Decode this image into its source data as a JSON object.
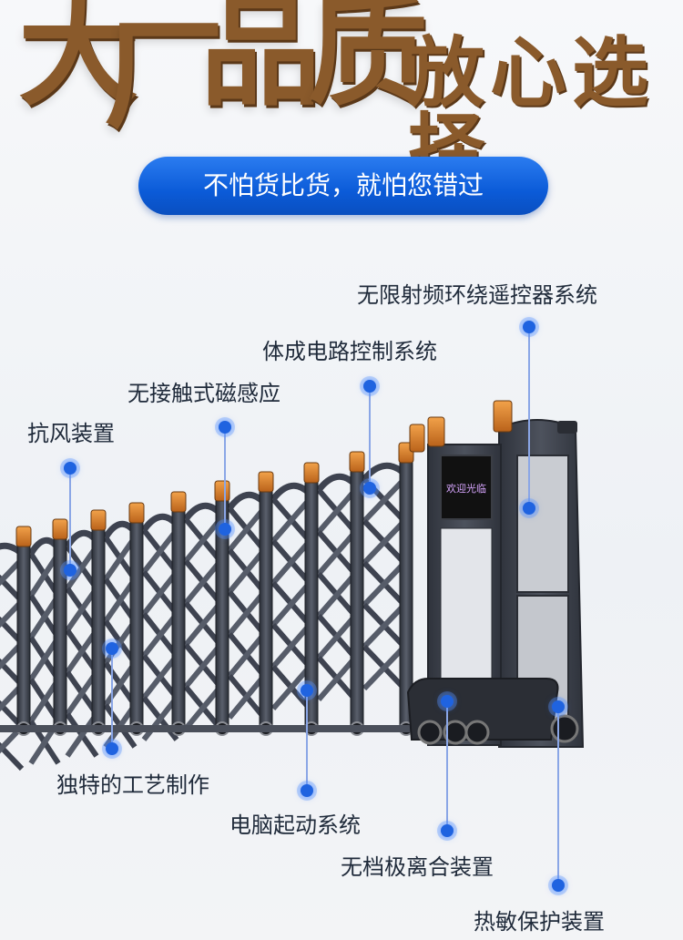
{
  "headline": {
    "big_1": "大",
    "big_2": "厂",
    "big_3": "品",
    "big_4": "质",
    "small": "放心选择"
  },
  "slogan": "不怕货比货，就怕您错过",
  "gate": {
    "panel_text": "欢迎光临"
  },
  "features": [
    {
      "label": "无限射频环绕遥控器系统"
    },
    {
      "label": "体成电路控制系统"
    },
    {
      "label": "无接触式磁感应"
    },
    {
      "label": "抗风装置"
    },
    {
      "label": "独特的工艺制作"
    },
    {
      "label": "电脑起动系统"
    },
    {
      "label": "无档极离合装置"
    },
    {
      "label": "热敏保护装置"
    }
  ],
  "colors": {
    "headline_gold": "#8a5a2b",
    "slogan_blue": "#0b5bd8",
    "callout_dot": "#1f63e0",
    "gate_metal": "#3e4350",
    "post_cap": "#d9822b"
  }
}
